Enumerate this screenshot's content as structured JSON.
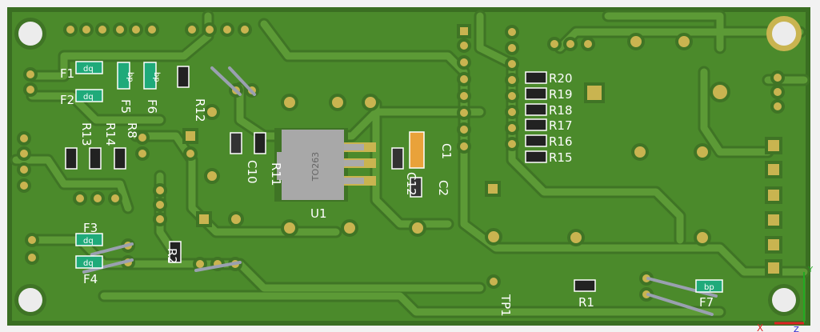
{
  "board": {
    "colors": {
      "board": "#4b8a2b",
      "trace": "#5c9a36",
      "pad": "#c9b450",
      "silk": "#ffffff"
    },
    "regulator": {
      "ref": "U1",
      "package": "TO263"
    },
    "fuses": [
      {
        "ref": "F1",
        "marking": "dq"
      },
      {
        "ref": "F2",
        "marking": "dq"
      },
      {
        "ref": "F3",
        "marking": "dq"
      },
      {
        "ref": "F4",
        "marking": "dq"
      },
      {
        "ref": "F5",
        "marking": "bp"
      },
      {
        "ref": "F6",
        "marking": "bp"
      },
      {
        "ref": "F7",
        "marking": "bp"
      }
    ],
    "resistors": [
      "R1",
      "R2",
      "R8",
      "R11",
      "R12",
      "R13",
      "R14",
      "R15",
      "R16",
      "R17",
      "R18",
      "R19",
      "R20"
    ],
    "capacitors": [
      "C1",
      "C2",
      "C10",
      "C12"
    ],
    "testpoint": "TP1",
    "axes": [
      "X",
      "Y",
      "Z"
    ]
  }
}
